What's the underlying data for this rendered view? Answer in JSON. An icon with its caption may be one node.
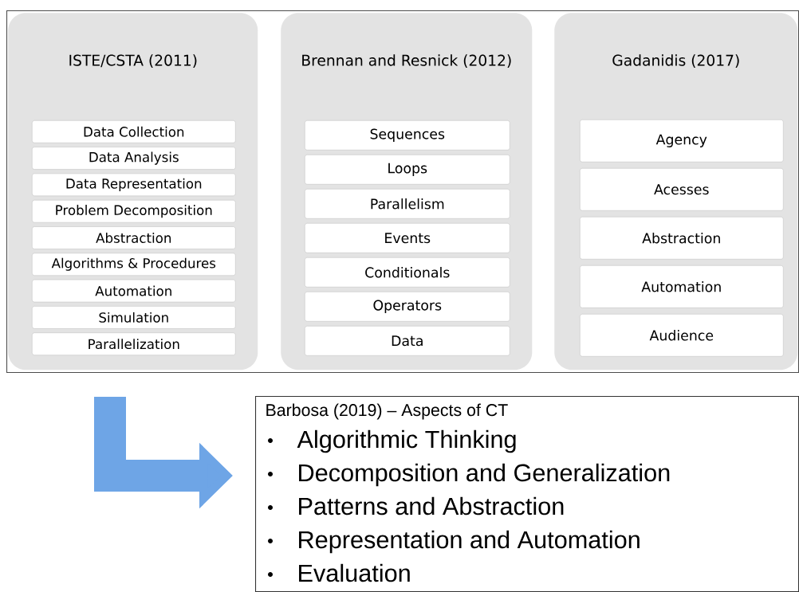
{
  "diagram": {
    "nodes": [
      {
        "text": [],
        "shape": "box"
      },
      {
        "text": [
          "ISTE/CSTA (2011)"
        ],
        "in": 0
      },
      {
        "text": [
          "Data Collection"
        ],
        "in": 1
      },
      {
        "text": [
          "Data Analysis"
        ],
        "in": 1
      },
      {
        "text": [
          "Data Representation"
        ],
        "in": 1
      },
      {
        "text": [
          "Problem Decomposition"
        ],
        "in": 1
      },
      {
        "text": [
          "Abstraction"
        ],
        "in": 1
      },
      {
        "text": [
          "Algorithms & Procedures"
        ],
        "in": 1
      },
      {
        "text": [
          "Automation"
        ],
        "in": 1
      },
      {
        "text": [
          "Simulation"
        ],
        "in": 1
      },
      {
        "text": [
          "Parallelization"
        ],
        "in": 1
      },
      {
        "text": [
          "Brennan and Resnick (2012)"
        ],
        "in": 0
      },
      {
        "text": [
          "Sequences"
        ],
        "in": 11
      },
      {
        "text": [
          "Loops"
        ],
        "in": 11
      },
      {
        "text": [
          "Parallelism"
        ],
        "in": 11
      },
      {
        "text": [
          "Events"
        ],
        "in": 11
      },
      {
        "text": [
          "Conditionals"
        ],
        "in": 11
      },
      {
        "text": [
          "Operators"
        ],
        "in": 11
      },
      {
        "text": [
          "Data"
        ],
        "in": 11
      },
      {
        "text": [
          "Gadanidis (2017)"
        ],
        "in": 0
      },
      {
        "text": [
          "Agency"
        ],
        "in": 19
      },
      {
        "text": [
          "Acesses"
        ],
        "in": 19
      },
      {
        "text": [
          "Abstraction"
        ],
        "in": 19
      },
      {
        "text": [
          "Automation"
        ],
        "in": 19
      },
      {
        "text": [
          "Audience"
        ],
        "in": 19
      },
      {
        "text": [
          "Barbosa (2019) – Aspects of CT",
          "Algorithmic Thinking",
          "Decomposition and Generalization",
          "Patterns and Abstraction",
          "Representation and Automation",
          "Evaluation"
        ]
      }
    ],
    "edges": [
      {
        "from": 0,
        "to": 25,
        "arrow": "to"
      }
    ]
  }
}
